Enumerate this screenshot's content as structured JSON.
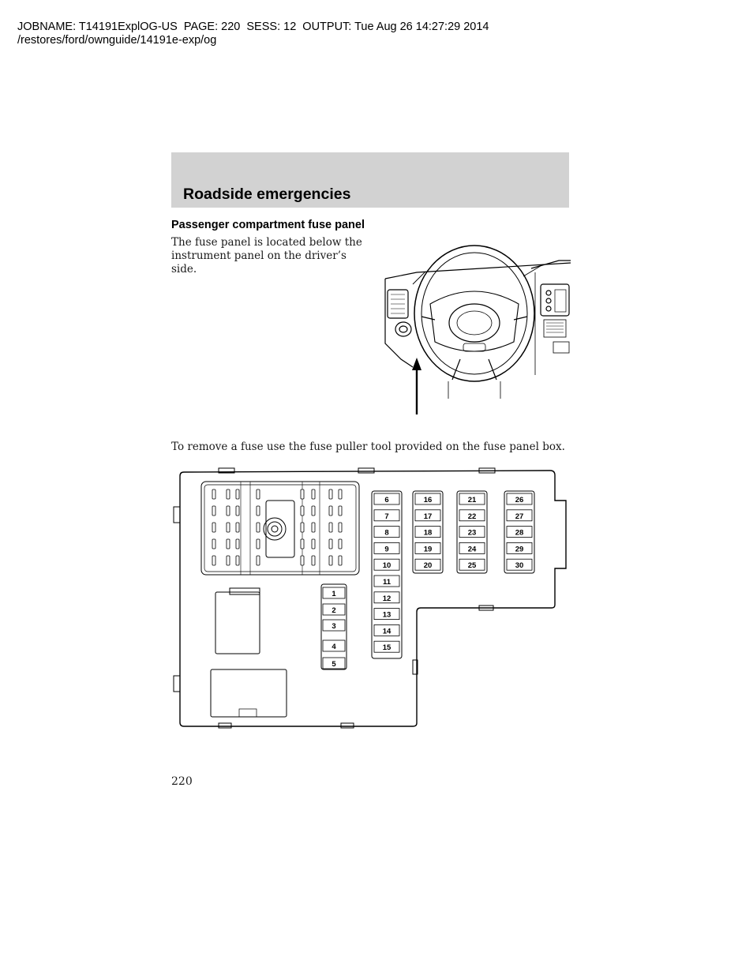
{
  "header": {
    "jobname_line": "JOBNAME: T14191ExplOG-US  PAGE: 220  SESS: 12  OUTPUT: Tue Aug 26 14:27:29 2014",
    "path_line": "/restores/ford/ownguide/14191e-exp/og"
  },
  "section": {
    "title": "Roadside emergencies"
  },
  "content": {
    "heading": "Passenger compartment fuse panel",
    "location_text": "The fuse panel is located below the instrument panel on the driver’s side.",
    "removal_text": "To remove a fuse use the fuse puller tool provided on the fuse panel box."
  },
  "diagram": {
    "fuse_columns": [
      [
        "6",
        "7",
        "8",
        "9",
        "10",
        "11",
        "12",
        "13",
        "14",
        "15"
      ],
      [
        "16",
        "17",
        "18",
        "19",
        "20"
      ],
      [
        "21",
        "22",
        "23",
        "24",
        "25"
      ],
      [
        "26",
        "27",
        "28",
        "29",
        "30"
      ]
    ],
    "left_fuses": [
      "1",
      "2",
      "3",
      "4",
      "5"
    ]
  },
  "footer": {
    "page_number": "220"
  }
}
